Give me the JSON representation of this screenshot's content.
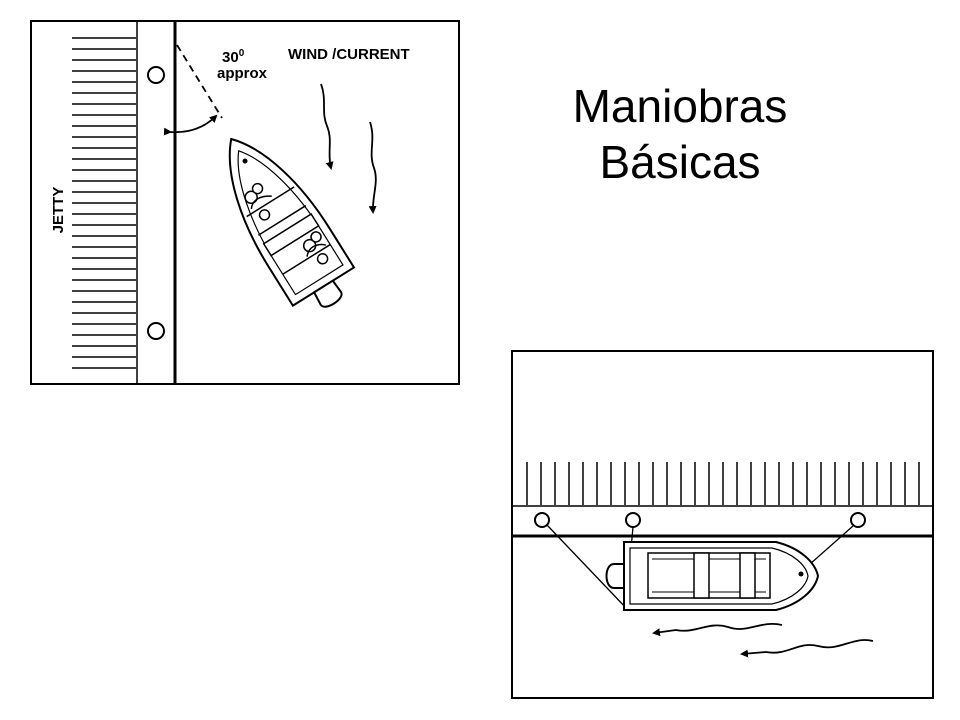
{
  "title": {
    "line1": "Maniobras",
    "line2": "Básicas"
  },
  "diagram1": {
    "jetty_label": "JETTY",
    "angle_value": "30",
    "angle_unit": "0",
    "angle_note": "approx",
    "wind_label": "WIND /CURRENT"
  },
  "diagram2": {}
}
